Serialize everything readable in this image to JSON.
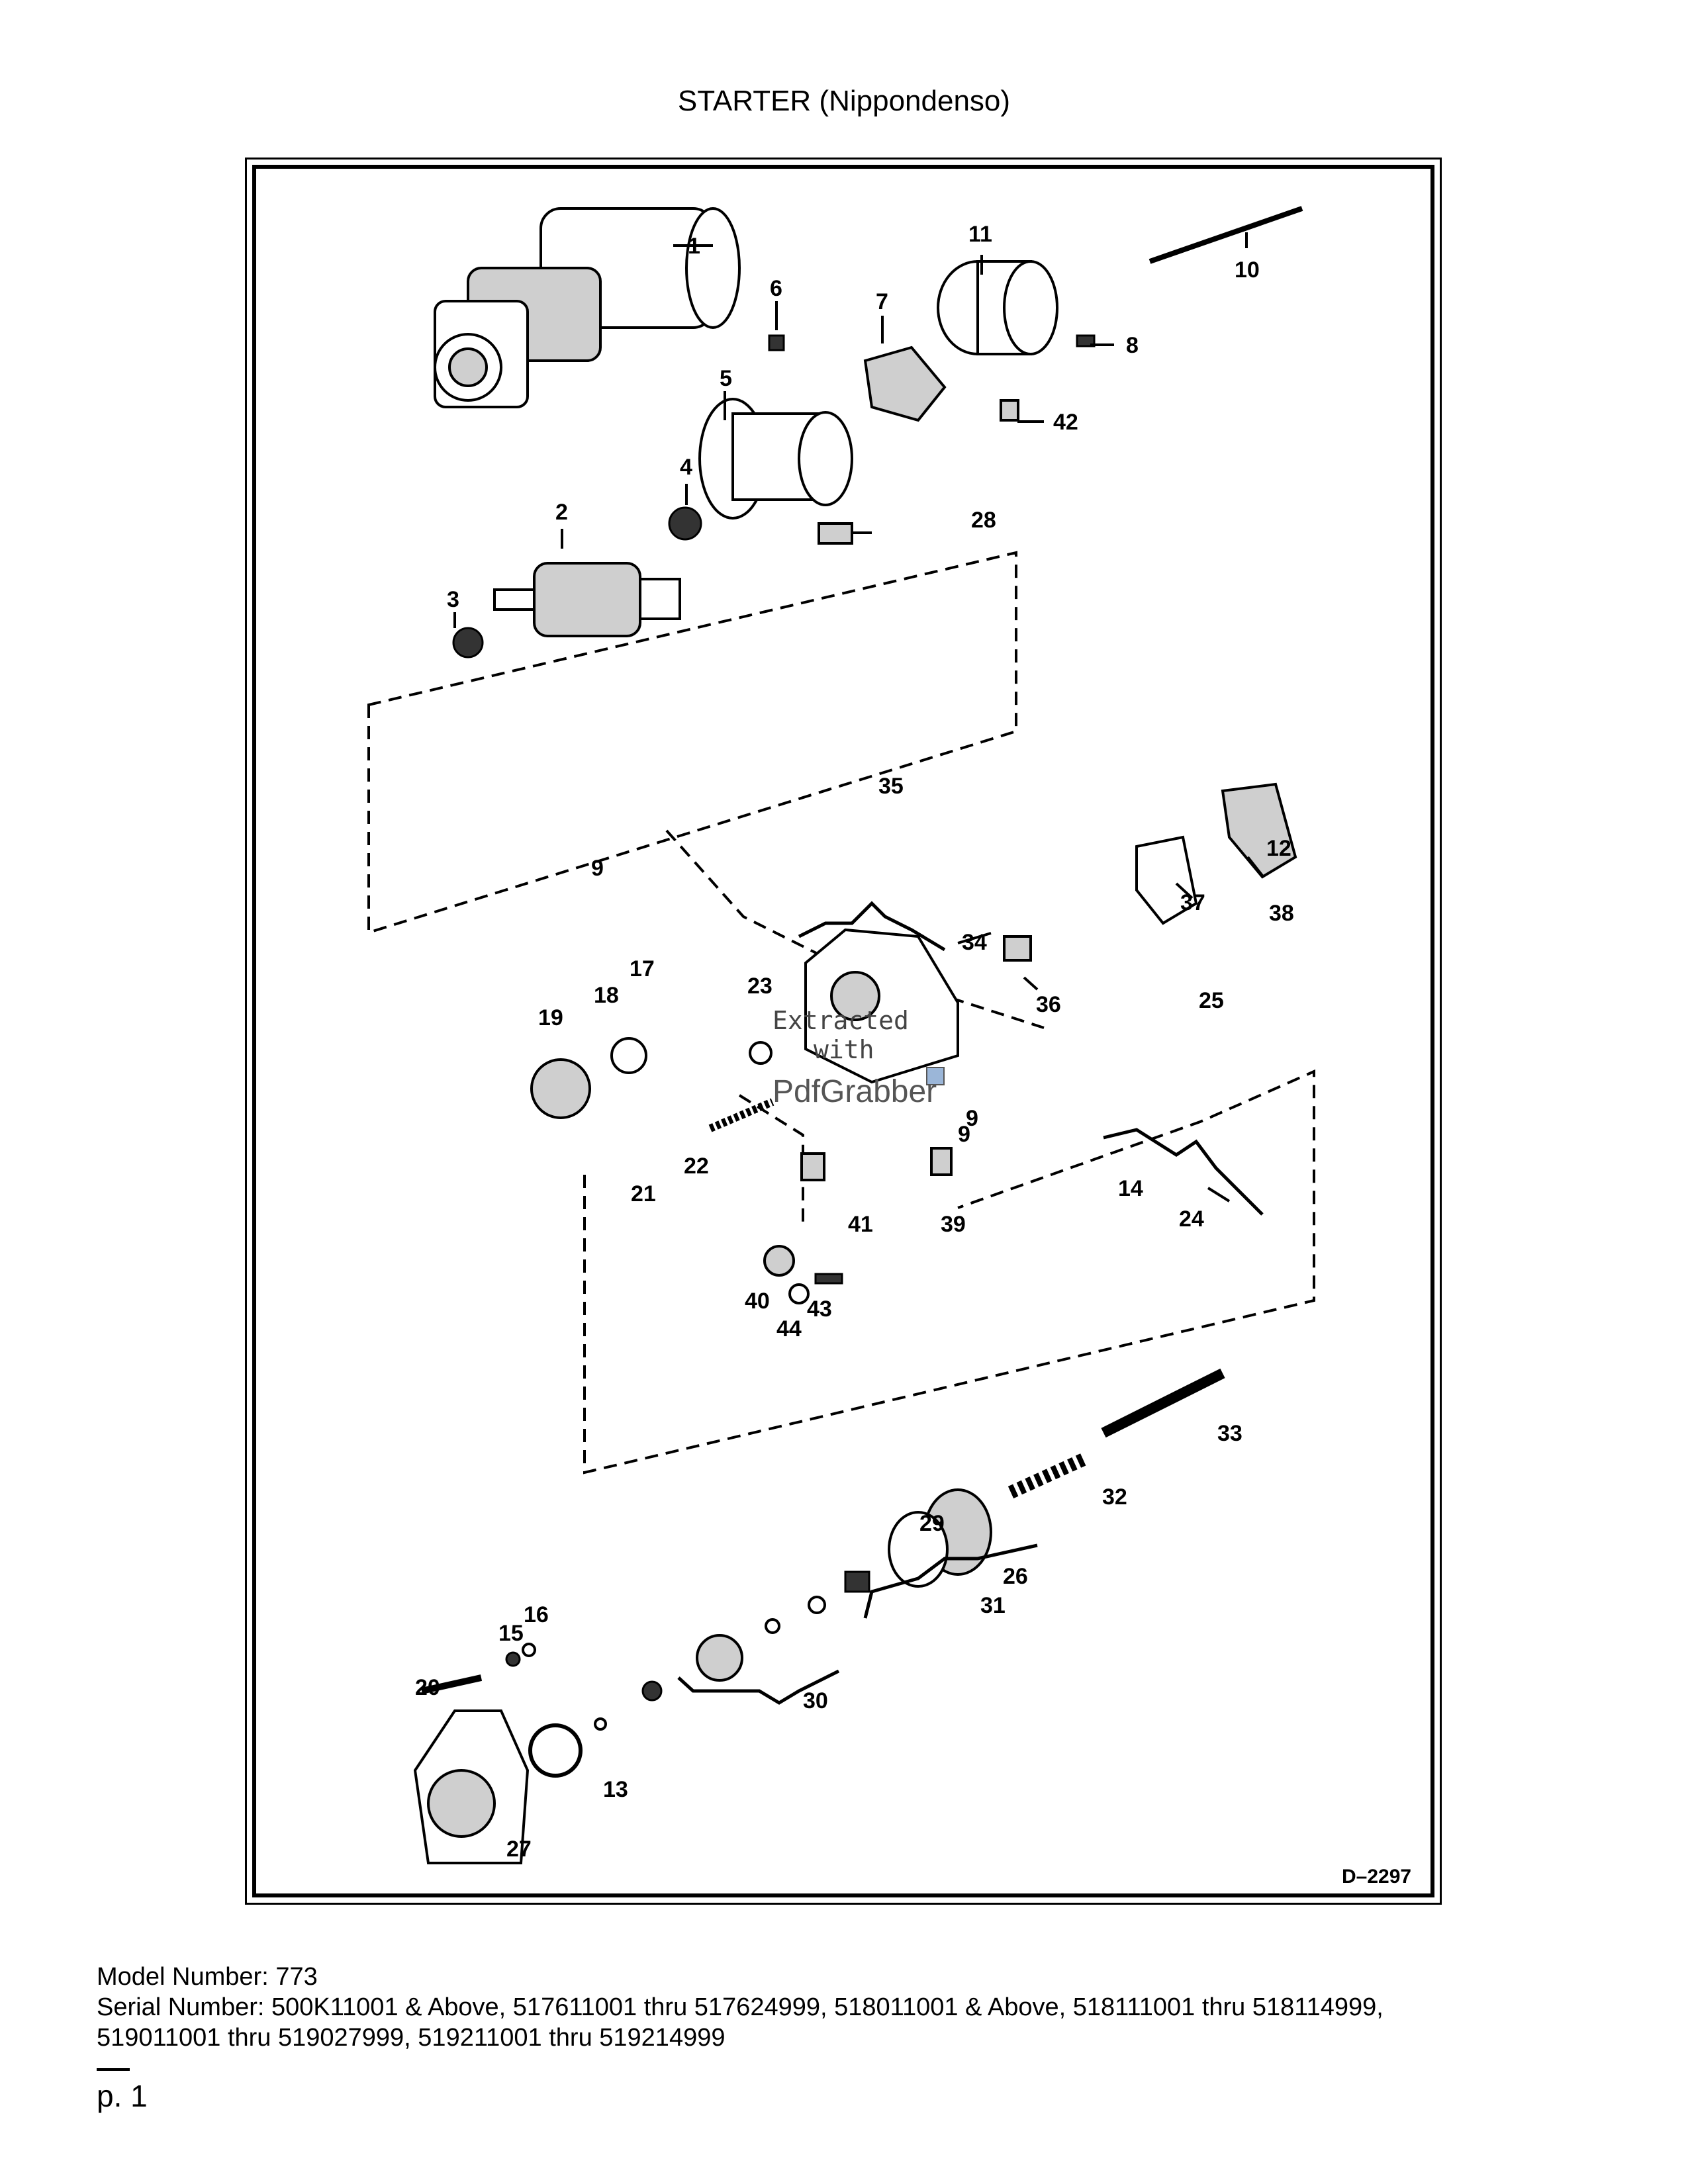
{
  "title": "STARTER (Nippondenso)",
  "drawing_id": "D–2297",
  "watermark": {
    "line1": "Extracted",
    "line2": "with",
    "brand": "PdfGrabber"
  },
  "callouts": [
    "1",
    "2",
    "3",
    "4",
    "5",
    "6",
    "7",
    "8",
    "9",
    "9",
    "9",
    "10",
    "11",
    "12",
    "13",
    "14",
    "15",
    "16",
    "17",
    "18",
    "19",
    "20",
    "21",
    "22",
    "23",
    "24",
    "25",
    "26",
    "27",
    "28",
    "29",
    "30",
    "31",
    "32",
    "33",
    "34",
    "35",
    "36",
    "37",
    "38",
    "39",
    "40",
    "41",
    "42",
    "43",
    "44"
  ],
  "footer": {
    "model": "Model Number: 773",
    "serial_line1": "Serial Number: 500K11001 & Above, 517611001 thru 517624999, 518011001 & Above, 518111001 thru 518114999,",
    "serial_line2": "519011001 thru 519027999, 519211001 thru 519214999"
  },
  "page": "p. 1"
}
